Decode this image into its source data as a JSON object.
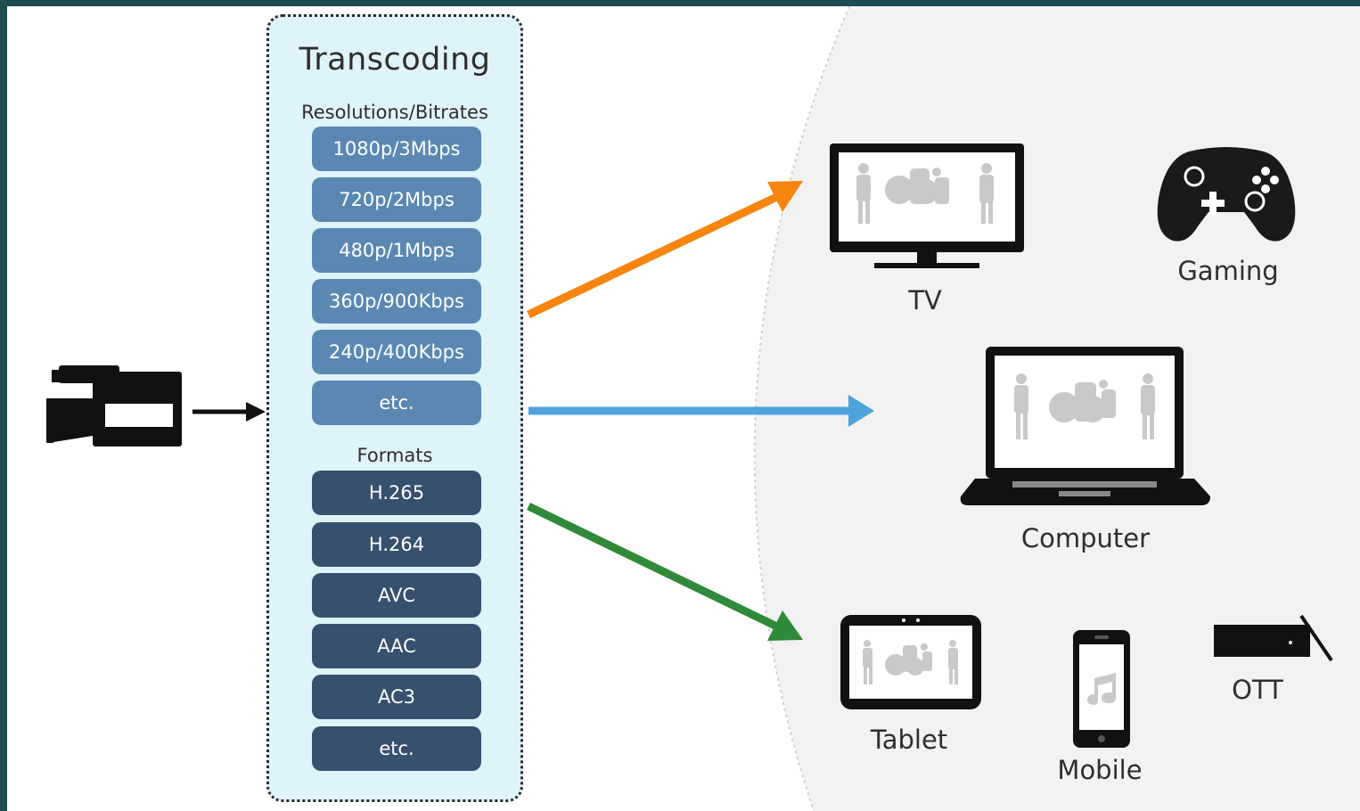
{
  "panel": {
    "title": "Transcoding",
    "resolutions_heading": "Resolutions/Bitrates",
    "resolutions": [
      "1080p/3Mbps",
      "720p/2Mbps",
      "480p/1Mbps",
      "360p/900Kbps",
      "240p/400Kbps",
      "etc."
    ],
    "formats_heading": "Formats",
    "formats": [
      "H.265",
      "H.264",
      "AVC",
      "AAC",
      "AC3",
      "etc."
    ]
  },
  "devices": {
    "tv": "TV",
    "gaming": "Gaming",
    "computer": "Computer",
    "tablet": "Tablet",
    "mobile": "Mobile",
    "ott": "OTT"
  },
  "colors": {
    "arrow_top": "#f7850f",
    "arrow_middle": "#4fa3dd",
    "arrow_bottom": "#2f8a3a",
    "resolution_chip": "#5b88b3",
    "format_chip": "#36506e",
    "panel_bg": "#dff3fb",
    "audience_bg": "#f2f2f2"
  },
  "icons": {
    "source": "video-camera-icon",
    "tv": "tv-icon",
    "gaming": "gamepad-icon",
    "computer": "laptop-icon",
    "tablet": "tablet-icon",
    "mobile": "smartphone-icon",
    "ott": "set-top-box-icon"
  }
}
